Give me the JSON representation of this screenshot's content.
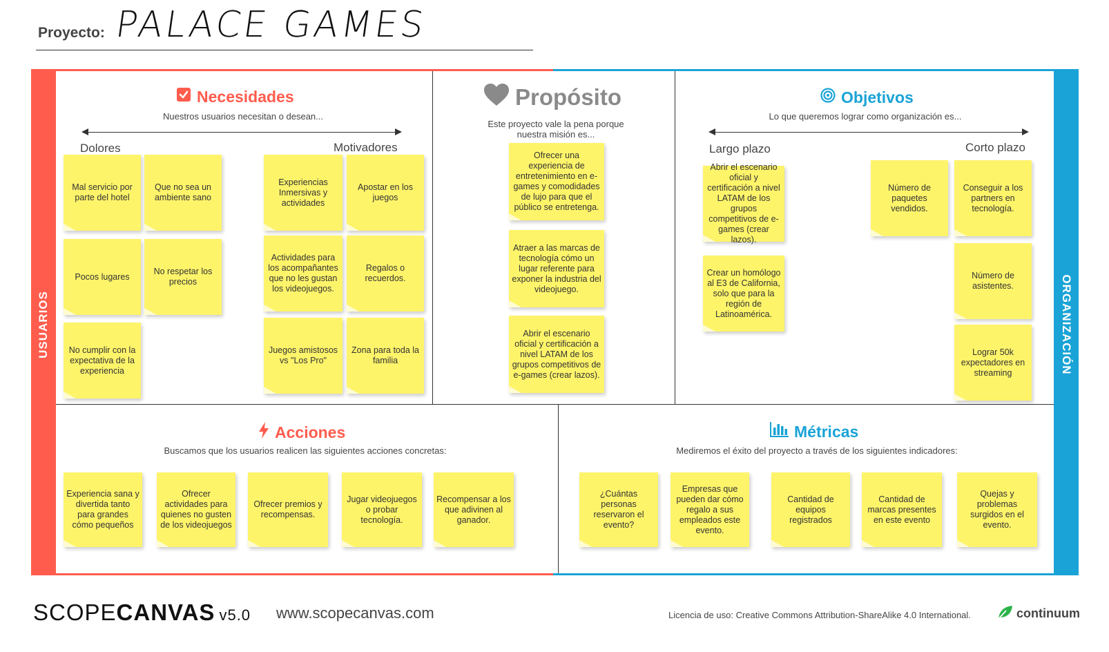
{
  "header": {
    "label": "Proyecto:",
    "name": "PALACE GAMES"
  },
  "bands": {
    "left": "USUARIOS",
    "right": "ORGANIZACIÓN"
  },
  "necesidades": {
    "title": "Necesidades",
    "subtitle": "Nuestros usuarios necesitan o desean...",
    "left_label": "Dolores",
    "right_label": "Motivadores",
    "notes": [
      "Mal servicio por parte del hotel",
      "Que no sea un ambiente sano",
      "Pocos lugares",
      "No respetar los precios",
      "No cumplir con la expectativa de la experiencia",
      "Experiencias Inmersivas y actividades",
      "Apostar en los juegos",
      "Actividades para los acompañantes que no les gustan los videojuegos.",
      "Regalos o recuerdos.",
      "Juegos amistosos vs \"Los Pro\"",
      "Zona para toda la familia"
    ]
  },
  "proposito": {
    "title": "Propósito",
    "subtitle": "Este proyecto vale la pena porque nuestra misión es...",
    "notes": [
      "Ofrecer una experiencia de entretenimiento en e-games y comodidades de lujo para que el público se entretenga.",
      "Atraer a las marcas de tecnología cómo un lugar referente para exponer la industria del videojuego.",
      "Abrir el escenario oficial y certificación a nivel LATAM de los grupos competitivos de e-games (crear lazos)."
    ]
  },
  "objetivos": {
    "title": "Objetivos",
    "subtitle": "Lo que queremos lograr como organización es...",
    "left_label": "Largo plazo",
    "right_label": "Corto plazo",
    "notes": [
      "Abrir el escenario oficial y certificación a nivel LATAM de los grupos competitivos de e-games (crear lazos).",
      "Crear un homólogo al E3 de California, solo que para la región de Latinoamérica.",
      "Número de paquetes vendidos.",
      "Conseguir a los partners en tecnología.",
      "Número de asistentes.",
      "Lograr 50k expectadores en streaming"
    ]
  },
  "acciones": {
    "title": "Acciones",
    "subtitle": "Buscamos que los usuarios realicen las siguientes acciones concretas:",
    "notes": [
      "Experiencia sana y divertida tanto para grandes cómo pequeños",
      "Ofrecer actividades para quienes no gusten de los videojuegos",
      "Ofrecer premios y recompensas.",
      "Jugar videojuegos o probar tecnología.",
      "Recompensar a los que adivinen al ganador."
    ]
  },
  "metricas": {
    "title": "Métricas",
    "subtitle": "Mediremos el éxito del proyecto a través de los siguientes indicadores:",
    "notes": [
      "¿Cuántas personas reservaron el evento?",
      "Empresas que pueden dar cómo regalo a sus empleados este evento.",
      "Cantidad de equipos registrados",
      "Cantidad de marcas presentes en este evento",
      "Quejas y problemas surgidos en el evento."
    ]
  },
  "footer": {
    "logo_light": "SCOPE",
    "logo_bold": "CANVAS",
    "version": "v5.0",
    "url": "www.scopecanvas.com",
    "license": "Licencia de uso: Creative Commons Attribution-ShareAlike 4.0 International.",
    "brand": "continuum"
  }
}
